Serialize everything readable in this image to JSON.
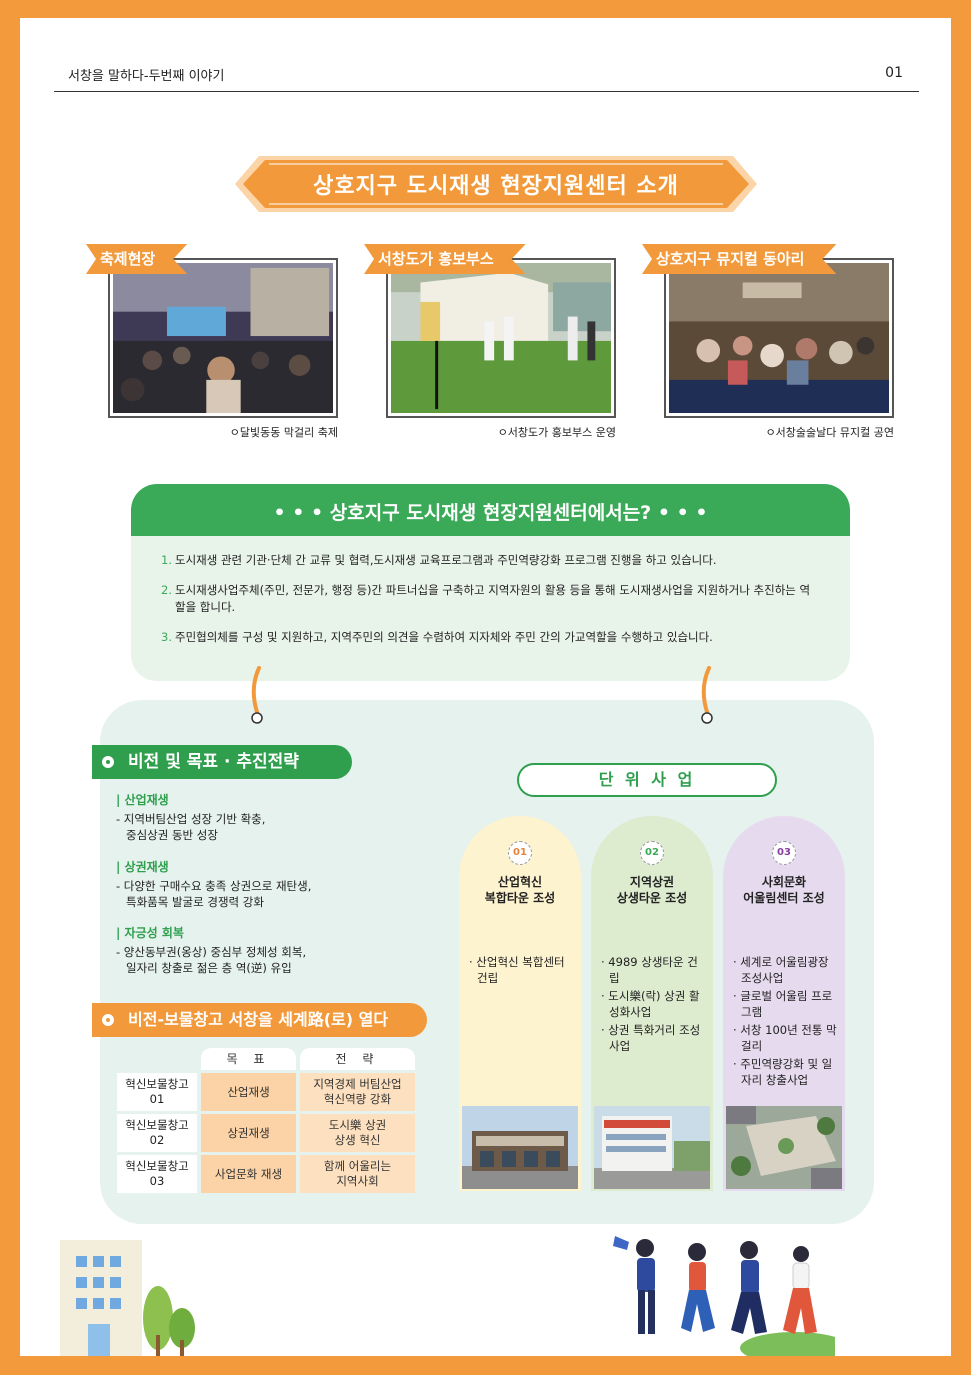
{
  "header": {
    "title": "서창을 말하다-두번째 이야기",
    "page_number": "01"
  },
  "banner": {
    "title": "상호지구 도시재생 현장지원센터 소개"
  },
  "photos": [
    {
      "tag": "축제현장",
      "caption": "ㅇ달빛동동 막걸리 축제"
    },
    {
      "tag": "서창도가 홍보부스",
      "caption": "ㅇ서창도가 홍보부스 운영"
    },
    {
      "tag": "상호지구 뮤지컬 동아리",
      "caption": "ㅇ서창술술날다 뮤지컬 공연"
    }
  ],
  "info": {
    "title": "• • •  상호지구 도시재생 현장지원센터에서는?  • • •",
    "items": [
      {
        "num": "1.",
        "text": "도시재생 관련 기관·단체 간 교류 및 협력,도시재생 교육프로그램과 주민역량강화 프로그램 진행을 하고 있습니다."
      },
      {
        "num": "2.",
        "text": "도시재생사업주체(주민, 전문가, 행정 등)간 파트너십을 구축하고 지역자원의 활용 등을 통해 도시재생사업을 지원하거나 추진하는 역할을 합니다."
      },
      {
        "num": "3.",
        "text": "주민협의체를 구성 및 지원하고, 지역주민의 의견을 수렴하여 지자체와 주민 간의 가교역할을 수행하고 있습니다."
      }
    ]
  },
  "vision": {
    "title": "비전 및 목표 · 추진전략",
    "strategies": [
      {
        "heading": "| 산업재생",
        "desc1": "- 지역버팀산업 성장 기반 확충,",
        "desc2": "중심상권 동반 성장"
      },
      {
        "heading": "| 상권재생",
        "desc1": "- 다양한 구매수요 충족 상권으로 재탄생,",
        "desc2": "특화품목 발굴로 경쟁력 강화"
      },
      {
        "heading": "| 자긍성 회복",
        "desc1": "- 양산동부권(옹상) 중심부 정체성 회복,",
        "desc2": "일자리 창출로 젊은 층 역(逆) 유입"
      }
    ]
  },
  "vision2": {
    "title": "비전-보물창고 서창을 세계路(로) 열다",
    "col_goal": "목 표",
    "col_strategy": "전 략",
    "rows": [
      {
        "name1": "혁신보물창고",
        "name2": "01",
        "goal": "산업재생",
        "s1": "지역경제 버팀산업",
        "s2": "혁신역량 강화"
      },
      {
        "name1": "혁신보물창고",
        "name2": "02",
        "goal": "상권재생",
        "s1": "도시樂 상권",
        "s2": "상생 혁신"
      },
      {
        "name1": "혁신보물창고",
        "name2": "03",
        "goal": "사업문화 재생",
        "s1": "함께 어울리는",
        "s2": "지역사회"
      }
    ]
  },
  "units": {
    "title": "단 위 사 업",
    "items": [
      {
        "num": "01",
        "t1": "산업혁신",
        "t2": "복합타운 조성",
        "color": "#FDF3CE",
        "accent": "#E8833A",
        "list": [
          "· 산업혁신 복합센터 건립"
        ]
      },
      {
        "num": "02",
        "t1": "지역상권",
        "t2": "상생타운 조성",
        "color": "#DDEBCF",
        "accent": "#3BAA58",
        "list": [
          "· 4989 상생타운 건립",
          "· 도시樂(락) 상권 활성화사업",
          "· 상권 특화거리 조성사업"
        ]
      },
      {
        "num": "03",
        "t1": "사회문화",
        "t2": "어울림센터 조성",
        "color": "#E6DBEE",
        "accent": "#8A3FA0",
        "list": [
          "· 세계로 어울림광장 조성사업",
          "· 글로벌 어울림 프로그램",
          "· 서창 100년 전통 막걸리",
          "· 주민역량강화 및 일자리 창출사업"
        ]
      }
    ]
  }
}
